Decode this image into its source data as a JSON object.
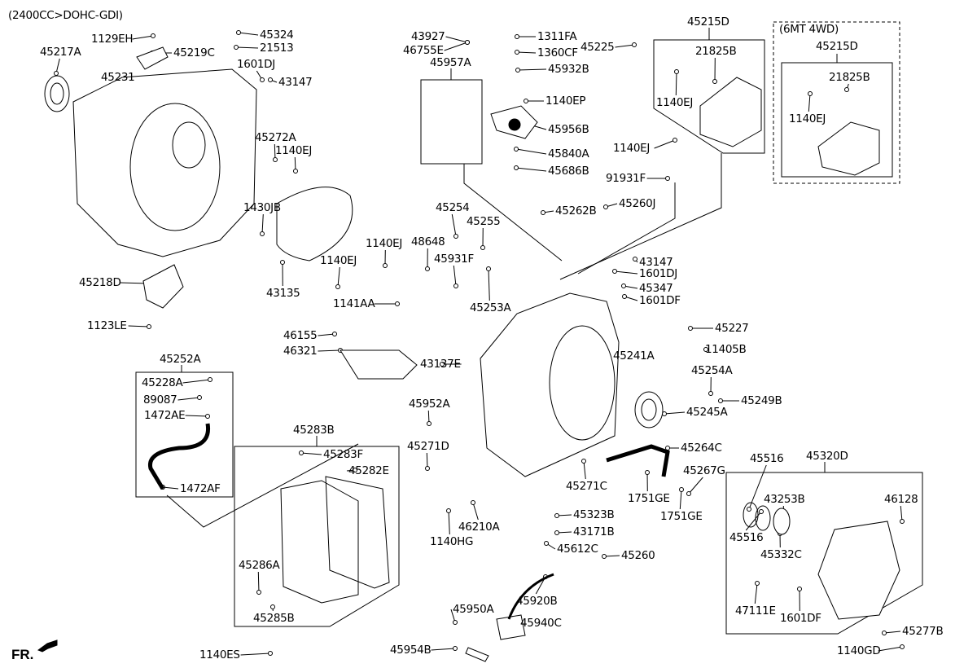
{
  "title": "(2400CC>DOHC-GDI)",
  "variant_caption": "(6MT 4WD)",
  "orientation_label": "FR.",
  "groups": [
    {
      "id": "45957A",
      "label": "45957A"
    },
    {
      "id": "45215D",
      "label": "45215D"
    },
    {
      "id": "45215D-4wd",
      "label": "45215D"
    },
    {
      "id": "45252A",
      "label": "45252A"
    },
    {
      "id": "45283B",
      "label": "45283B"
    },
    {
      "id": "45320D",
      "label": "45320D"
    }
  ],
  "part_labels": [
    "1129EH",
    "45219C",
    "45324",
    "21513",
    "1601DJ",
    "43147",
    "45217A",
    "45231",
    "45272A",
    "1140EJ",
    "43927",
    "46755E",
    "1311FA",
    "1360CF",
    "45932B",
    "1140EP",
    "45956B",
    "45840A",
    "45686B",
    "45225",
    "21825B",
    "1140EJ",
    "21825B",
    "1140EJ",
    "1140EJ",
    "91931F",
    "45260J",
    "45262B",
    "1430JB",
    "1140EJ",
    "43135",
    "45218D",
    "1123LE",
    "45254",
    "45255",
    "1140EJ",
    "48648",
    "45931F",
    "45253A",
    "43147",
    "1601DJ",
    "45347",
    "1601DF",
    "45227",
    "11405B",
    "45241A",
    "1141AA",
    "46155",
    "46321",
    "43137E",
    "45254A",
    "45249B",
    "45245A",
    "45228A",
    "89087",
    "1472AE",
    "1472AF",
    "45283F",
    "45282E",
    "45952A",
    "45271D",
    "45264C",
    "45267G",
    "45271C",
    "1751GE",
    "1751GE",
    "46210A",
    "45323B",
    "43171B",
    "1140HG",
    "45612C",
    "45260",
    "45286A",
    "45285B",
    "45920B",
    "45950A",
    "45940C",
    "45954B",
    "1140ES",
    "45516",
    "45516",
    "43253B",
    "45332C",
    "46128",
    "47111E",
    "1601DF",
    "45277B",
    "1140GD"
  ]
}
